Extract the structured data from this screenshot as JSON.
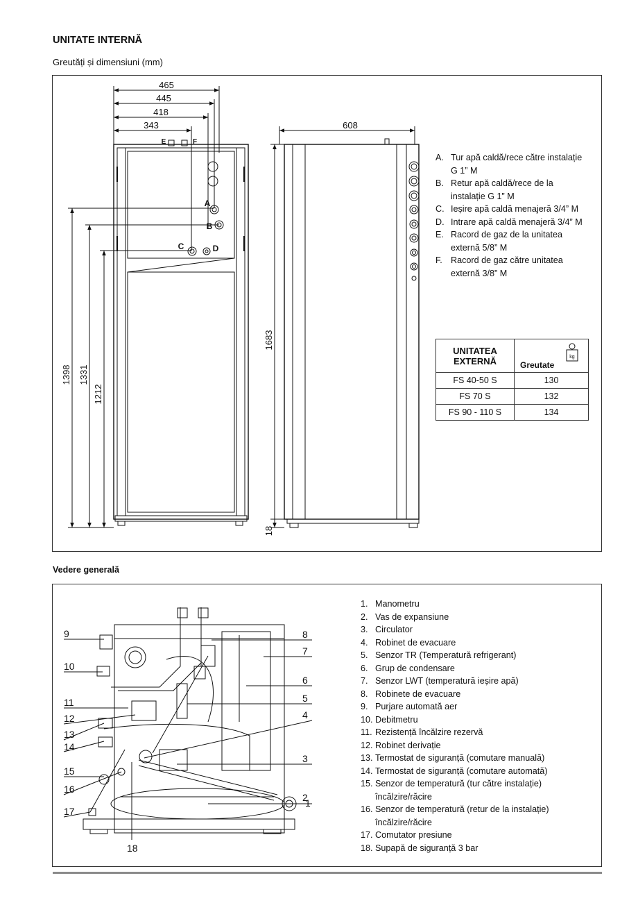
{
  "header": {
    "title": "UNITATE INTERNĂ",
    "subtitle": "Greutăți și dimensiuni (mm)"
  },
  "dimensions": {
    "width_labels": [
      "465",
      "445",
      "418",
      "343"
    ],
    "connection_letters": [
      "E",
      "F"
    ],
    "side_depth": "608",
    "heights": [
      "1398",
      "1331",
      "1212"
    ],
    "side_height": "1683",
    "foot": "18",
    "front_letters": [
      "A",
      "B",
      "C",
      "D"
    ]
  },
  "connections_legend": [
    {
      "key": "A.",
      "text": "Tur apă caldă/rece către instalație",
      "cont": "G  1” M"
    },
    {
      "key": "B.",
      "text": "Retur apă caldă/rece de la",
      "cont": "instalație G  1” M"
    },
    {
      "key": "C.",
      "text": "Ieșire apă caldă menajeră 3/4” M",
      "cont": ""
    },
    {
      "key": "D.",
      "text": "Intrare apă caldă menajeră 3/4” M",
      "cont": ""
    },
    {
      "key": "E.",
      "text": "Racord de gaz de la unitatea",
      "cont": "externă 5/8” M"
    },
    {
      "key": "F.",
      "text": "Racord de gaz către unitatea",
      "cont": "externă 3/8” M"
    }
  ],
  "weight_table": {
    "col1_header": "UNITATEA EXTERNĂ",
    "col2_header": "Greutate",
    "icon": "weight-kg-icon",
    "icon_label": "kg",
    "rows": [
      {
        "model": "FS 40-50 S",
        "weight": "130"
      },
      {
        "model": "FS 70 S",
        "weight": "132"
      },
      {
        "model": "FS 90 - 110 S",
        "weight": "134"
      }
    ]
  },
  "overview": {
    "title": "Vedere generală",
    "left_numbers": [
      "9",
      "10",
      "11",
      "12",
      "13",
      "14",
      "15",
      "16",
      "17"
    ],
    "right_numbers": [
      "8",
      "7",
      "6",
      "5",
      "4",
      "3",
      "2",
      "1"
    ],
    "bottom_number": "18",
    "items": [
      {
        "key": "1.",
        "text": "Manometru",
        "cont": ""
      },
      {
        "key": "2.",
        "text": "Vas de expansiune",
        "cont": ""
      },
      {
        "key": "3.",
        "text": "Circulator",
        "cont": ""
      },
      {
        "key": "4.",
        "text": "Robinet de evacuare",
        "cont": ""
      },
      {
        "key": "5.",
        "text": "Senzor TR (Temperatură refrigerant)",
        "cont": ""
      },
      {
        "key": "6.",
        "text": "Grup de condensare",
        "cont": ""
      },
      {
        "key": "7.",
        "text": "Senzor LWT (temperatură ieșire apă)",
        "cont": ""
      },
      {
        "key": "8.",
        "text": "Robinete de evacuare",
        "cont": ""
      },
      {
        "key": "9.",
        "text": "Purjare automată aer",
        "cont": ""
      },
      {
        "key": "10.",
        "text": "Debitmetru",
        "cont": ""
      },
      {
        "key": "11.",
        "text": "Rezistență încălzire rezervă",
        "cont": ""
      },
      {
        "key": "12.",
        "text": "Robinet derivație",
        "cont": ""
      },
      {
        "key": "13.",
        "text": "Termostat de siguranță (comutare manuală)",
        "cont": ""
      },
      {
        "key": "14.",
        "text": "Termostat de siguranță (comutare automată)",
        "cont": ""
      },
      {
        "key": "15.",
        "text": "Senzor de temperatură (tur către instalație)",
        "cont": "încălzire/răcire"
      },
      {
        "key": "16.",
        "text": "Senzor de temperatură (retur de la instalație)",
        "cont": "încălzire/răcire"
      },
      {
        "key": "17.",
        "text": "Comutator presiune",
        "cont": ""
      },
      {
        "key": "18.",
        "text": "Supapă de siguranță 3 bar",
        "cont": ""
      }
    ]
  }
}
